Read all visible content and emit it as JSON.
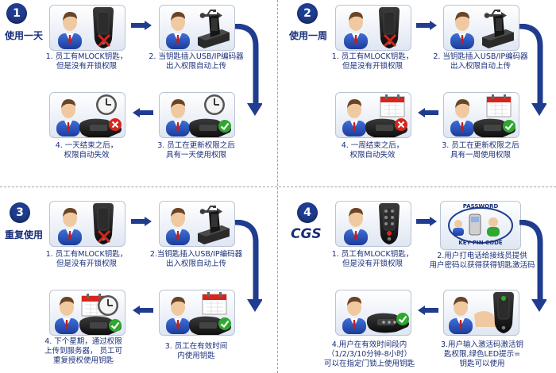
{
  "quadrants": [
    {
      "number": "1",
      "title": "使用一天",
      "steps": [
        "1. 员工有MLOCK钥匙，\n但是没有开锁权限",
        "2. 当钥匙插入USB/IP编码器\n出入权限自动上传",
        "3. 员工在更新权限之后\n具有一天使用权限",
        "4. 一天结束之后，\n权限自动失效"
      ]
    },
    {
      "number": "2",
      "title": "使用一周",
      "steps": [
        "1. 员工有MLOCK钥匙，\n但是没有开锁权限",
        "2. 当钥匙插入USB/IP编码器\n出入权限自动上传",
        "3. 员工在更新权限之后\n具有一周使用权限",
        "4. 一周结束之后，\n权限自动失效"
      ]
    },
    {
      "number": "3",
      "title": "重复使用",
      "steps": [
        "1. 员工有MLOCK钥匙，\n但是没有开锁权限",
        "2.当钥匙插入USB/IP编码器\n出入权限自动上传",
        "3. 员工在有效时间\n内使用钥匙",
        "4. 下个星期，通过权限\n上传到服务器， 员工可\n重复授权使用钥匙"
      ]
    },
    {
      "number": "4",
      "title": "CGS",
      "steps": [
        "1. 员工有MLOCK钥匙，\n但是没有开锁权限",
        "2.用户打电话给接线员提供\n用户密码以获得获得钥匙激活码",
        "3.用户输入激活码激活钥\n匙权限,绿色LED提示=\n钥匙可以使用",
        "4.用户在有效时间段内\n（1/2/3/10分钟-8小时）\n可以在指定门锁上使用钥匙"
      ],
      "phone_labels": {
        "password": "PASSWORD",
        "keypin": "KEY PIN CODE"
      }
    }
  ],
  "key_brand": "MLOCK",
  "colors": {
    "accent": "#1f3c8f",
    "text": "#1a2f7a",
    "deny": "#d9241c",
    "ok": "#2ea82e"
  }
}
